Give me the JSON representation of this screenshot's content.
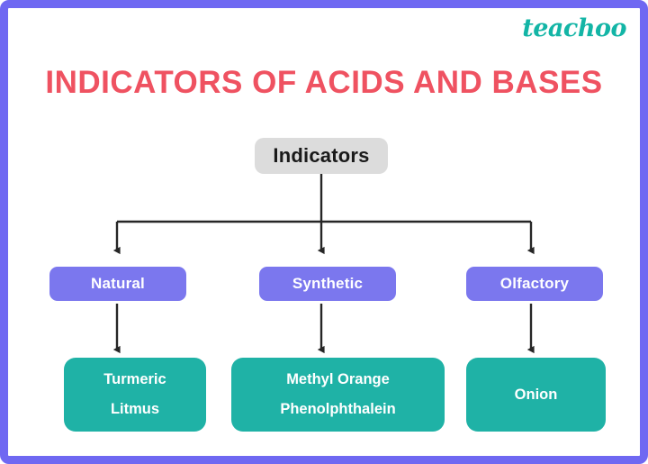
{
  "brand": {
    "name": "teachoo",
    "color": "#13b5a6"
  },
  "title": {
    "text": "INDICATORS OF ACIDS AND BASES",
    "color": "#ef5261"
  },
  "colors": {
    "frame": "#6f68f2",
    "root_box": "#dcdcdc",
    "mid_box": "#7b77ee",
    "leaf_box": "#1fb2a6",
    "connector": "#262626",
    "background": "#ffffff"
  },
  "diagram": {
    "root": {
      "label": "Indicators"
    },
    "branches": [
      {
        "label": "Natural",
        "leaf_lines": [
          "Turmeric",
          "Litmus"
        ]
      },
      {
        "label": "Synthetic",
        "leaf_lines": [
          "Methyl Orange",
          "Phenolphthalein"
        ]
      },
      {
        "label": "Olfactory",
        "leaf_lines": [
          "Onion"
        ]
      }
    ]
  }
}
